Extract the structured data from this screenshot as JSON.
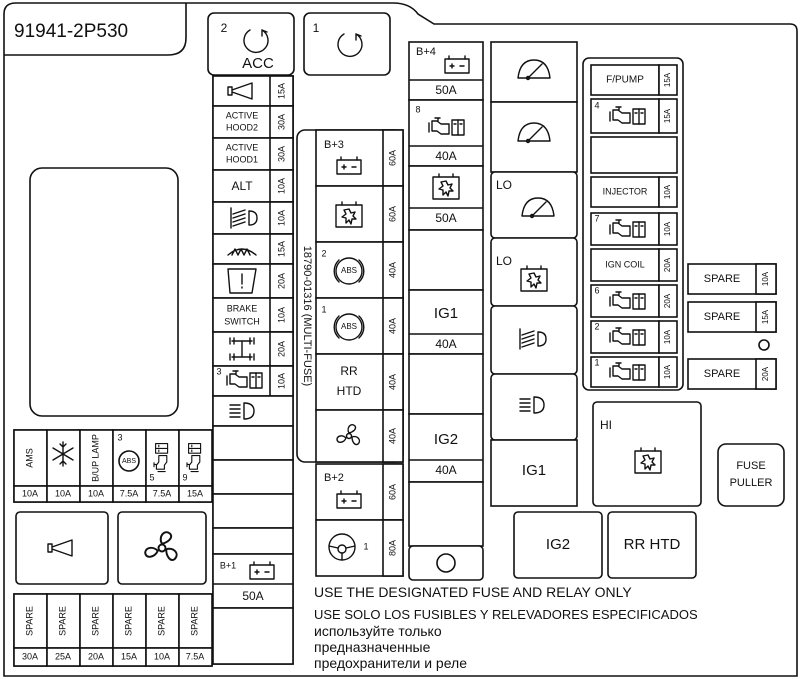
{
  "part_number": "91941-2P530",
  "relays_top": {
    "acc_index": "2",
    "acc_label": "ACC",
    "index1": "1"
  },
  "col_a": {
    "horn": "15A",
    "active_hood2": {
      "line1": "ACTIVE",
      "line2": "HOOD2",
      "rating": "30A"
    },
    "active_hood1": {
      "line1": "ACTIVE",
      "line2": "HOOD1",
      "rating": "30A"
    },
    "alt": {
      "label": "ALT",
      "rating": "10A"
    },
    "fog": "10A",
    "defrost": "15A",
    "wiper_warn": "20A",
    "brake_switch": {
      "line1": "BRAKE",
      "line2": "SWITCH",
      "rating": "10A"
    },
    "awd4": "20A",
    "ecu3": {
      "index": "3",
      "rating": "10A"
    }
  },
  "multi_fuse_code": "18790-01316 (MULTI-FUSE)",
  "col_b": {
    "b3": {
      "label": "B+3",
      "rating": "60A"
    },
    "fan_a": "60A",
    "abs2": {
      "index": "2",
      "rating": "40A"
    },
    "abs1": {
      "index": "1",
      "rating": "40A"
    },
    "rr_htd": {
      "line1": "RR",
      "line2": "HTD",
      "rating": "40A"
    },
    "blower": "40A",
    "b2": {
      "label": "B+2",
      "rating": "60A"
    },
    "steer": {
      "index": "1",
      "rating": "80A"
    }
  },
  "col_c": {
    "b4": {
      "label": "B+4",
      "rating": "50A"
    },
    "ecu8": {
      "index": "8",
      "rating": "40A"
    },
    "fan_rating": "50A",
    "ig1": {
      "label": "IG1",
      "rating": "40A"
    },
    "ig2": {
      "label": "IG2",
      "rating": "40A"
    }
  },
  "col_d": {
    "lo_wiper": "LO",
    "lo_fan": "LO",
    "ig1": "IG1"
  },
  "col_e": {
    "fpump": {
      "label": "F/PUMP",
      "rating": "15A"
    },
    "ecu4": {
      "index": "4",
      "rating": "15A"
    },
    "injector": {
      "label": "INJECTOR",
      "rating": "10A"
    },
    "ecu7": {
      "index": "7",
      "rating": "10A"
    },
    "ign_coil": {
      "label": "IGN COIL",
      "rating": "20A"
    },
    "ecu6": {
      "index": "6",
      "rating": "20A"
    },
    "ecu2": {
      "index": "2",
      "rating": "10A"
    },
    "ecu1": {
      "index": "1",
      "rating": "10A"
    }
  },
  "spares_right": [
    {
      "label": "SPARE",
      "rating": "10A"
    },
    {
      "label": "SPARE",
      "rating": "15A"
    },
    {
      "label": "SPARE",
      "rating": "20A"
    }
  ],
  "hi_fan": "HI",
  "fuse_puller": {
    "line1": "FUSE",
    "line2": "PULLER"
  },
  "relays_bottom": {
    "ig2": "IG2",
    "rr_htd": "RR HTD"
  },
  "b1": {
    "label": "B+1",
    "rating": "50A"
  },
  "small_fuses": [
    {
      "label": "AMS",
      "rating": "10A"
    },
    {
      "label": "",
      "rating": "10A"
    },
    {
      "label": "B/UP LAMP",
      "rating": "10A"
    },
    {
      "index": "3",
      "label": "ABS",
      "rating": "7.5A"
    },
    {
      "index": "5",
      "rating": "7.5A"
    },
    {
      "index": "9",
      "rating": "15A"
    }
  ],
  "spares_bottom": [
    {
      "label": "SPARE",
      "rating": "30A"
    },
    {
      "label": "SPARE",
      "rating": "25A"
    },
    {
      "label": "SPARE",
      "rating": "20A"
    },
    {
      "label": "SPARE",
      "rating": "15A"
    },
    {
      "label": "SPARE",
      "rating": "10A"
    },
    {
      "label": "SPARE",
      "rating": "7.5A"
    }
  ],
  "notes": {
    "en": "USE THE DESIGNATED FUSE AND RELAY ONLY",
    "es": "USE SOLO LOS FUSIBLES Y RELEVADORES ESPECIFICADOS",
    "ru1": "используйте только",
    "ru2": "предназначенные",
    "ru3": "предохранители и реле"
  }
}
